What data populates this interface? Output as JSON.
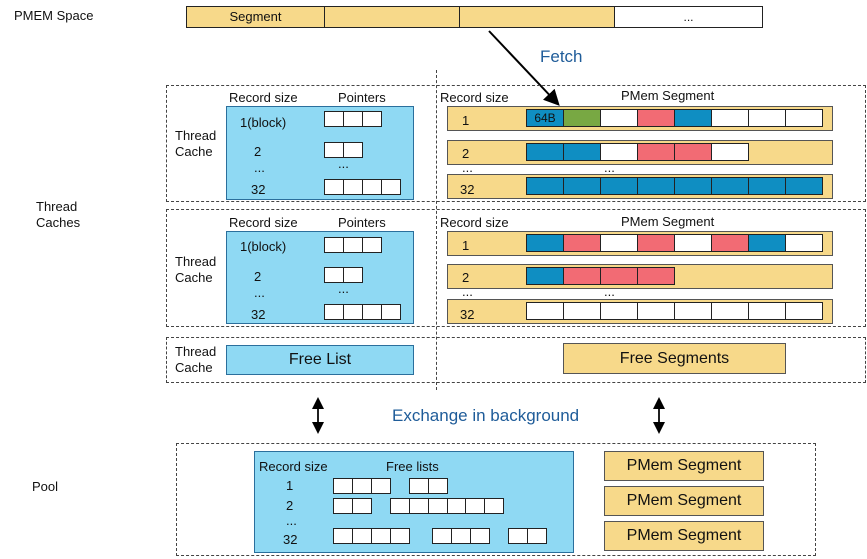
{
  "pmem_space": {
    "label": "PMEM Space",
    "segment_label": "Segment",
    "ellipsis": "..."
  },
  "fetch_label": "Fetch",
  "thread_caches_label": "Thread\nCaches",
  "thread_cache_label": "Thread\nCache",
  "cache1": {
    "record_size_header": "Record size",
    "pointers_header": "Pointers",
    "rows": [
      "1(block)",
      "2",
      "...",
      "32"
    ],
    "pointer_ellipsis": "...",
    "pmem_header": "PMem Segment",
    "pmem_record_header": "Record size",
    "segments": [
      {
        "record": "1",
        "cells": [
          "blue",
          "green",
          "white",
          "red",
          "blue",
          "white",
          "white",
          "white"
        ],
        "first_cell_label": "64B"
      },
      {
        "record": "2",
        "cells": [
          "blue",
          "blue",
          "white",
          "red",
          "red",
          "white"
        ]
      },
      {
        "record": "...",
        "ellipsis": "..."
      },
      {
        "record": "32",
        "cells": [
          "blue",
          "blue",
          "blue",
          "blue",
          "blue",
          "blue",
          "blue",
          "blue"
        ]
      }
    ]
  },
  "cache2": {
    "record_size_header": "Record size",
    "pointers_header": "Pointers",
    "rows": [
      "1(block)",
      "2",
      "...",
      "32"
    ],
    "pointer_ellipsis": "...",
    "pmem_header": "PMem Segment",
    "pmem_record_header": "Record size",
    "segments": [
      {
        "record": "1",
        "cells": [
          "blue",
          "red",
          "white",
          "red",
          "white",
          "red",
          "blue",
          "white"
        ]
      },
      {
        "record": "2",
        "cells": [
          "blue",
          "red",
          "red",
          "red"
        ]
      },
      {
        "record": "...",
        "ellipsis": "..."
      },
      {
        "record": "32",
        "cells": [
          "white",
          "white",
          "white",
          "white",
          "white",
          "white",
          "white",
          "white"
        ]
      }
    ]
  },
  "free_row": {
    "thread_cache_label": "Thread\nCache",
    "free_list": "Free List",
    "free_segments": "Free Segments"
  },
  "exchange_label": "Exchange in background",
  "pool": {
    "label": "Pool",
    "record_size_header": "Record size",
    "free_lists_header": "Free lists",
    "rows": [
      "1",
      "2",
      "...",
      "32"
    ],
    "pmem_segments": [
      "PMem Segment",
      "PMem Segment",
      "PMem Segment"
    ]
  },
  "colors": {
    "blue": "#0f8ec2",
    "green": "#78a843",
    "red": "#f26b74",
    "white": "#ffffff",
    "light_blue": "#8fd9f3",
    "light_yellow": "#f7d98a",
    "title_blue": "#1f5c99"
  }
}
